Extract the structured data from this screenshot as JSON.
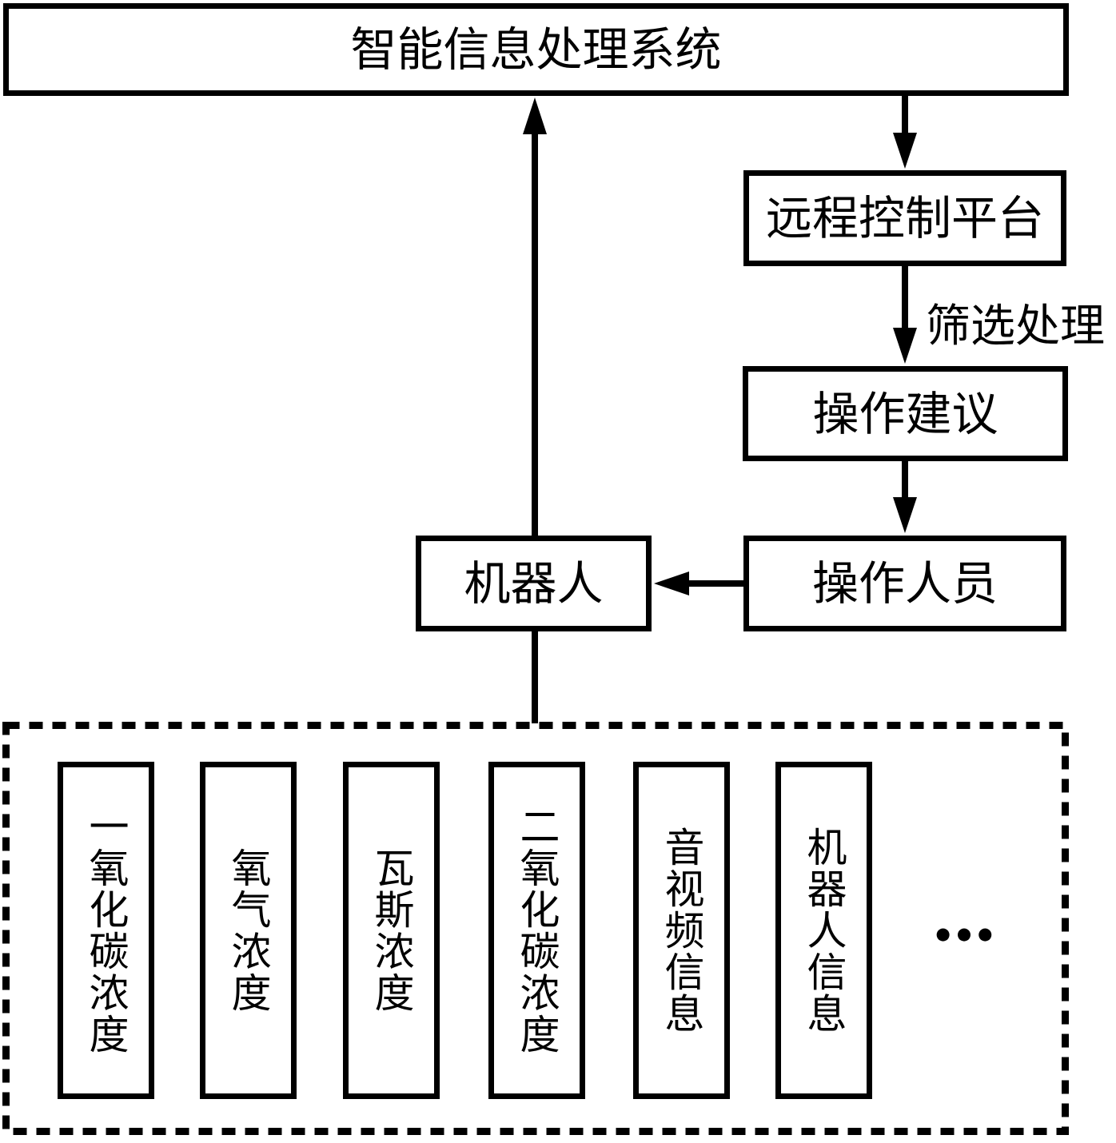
{
  "diagram": {
    "nodes": {
      "system": {
        "label": "智能信息处理系统"
      },
      "platform": {
        "label": "远程控制平台"
      },
      "suggestion": {
        "label": "操作建议"
      },
      "operator": {
        "label": "操作人员"
      },
      "robot": {
        "label": "机器人"
      }
    },
    "edges": {
      "filter_label": "筛选处理"
    },
    "sensor_group": {
      "items": [
        {
          "label": "一氧化碳浓度"
        },
        {
          "label": "氧气浓度"
        },
        {
          "label": "瓦斯浓度"
        },
        {
          "label": "二氧化碳浓度"
        },
        {
          "label": "音视频信息"
        },
        {
          "label": "机器人信息"
        }
      ],
      "ellipsis": "●●●"
    },
    "colors": {
      "line": "#000000",
      "background": "#ffffff"
    }
  }
}
